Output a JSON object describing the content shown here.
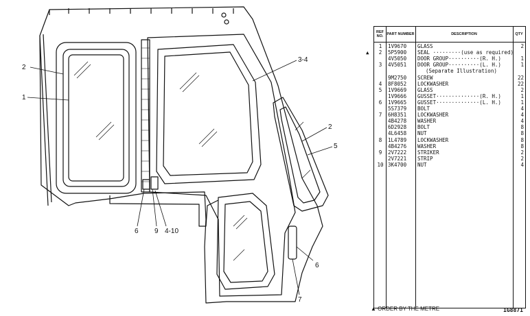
{
  "drawing": {
    "callouts": [
      "2",
      "1",
      "3-4",
      "2",
      "5",
      "6",
      "9",
      "4-10",
      "6",
      "7"
    ]
  },
  "table": {
    "headers": {
      "ref": "REF NO.",
      "part": "PART NUMBER",
      "desc": "DESCRIPTION",
      "qty": "QTY"
    },
    "rows": [
      {
        "ref": "1",
        "part": "1V9670",
        "desc": "GLASS",
        "qty": "2"
      },
      {
        "ref": "2",
        "part": "5P5900",
        "desc": "SEAL ·········(use as required)",
        "qty": "",
        "mark": "▲"
      },
      {
        "ref": "",
        "part": "4V5050",
        "desc": "DOOR GROUP··········(R. H.)",
        "qty": "1"
      },
      {
        "ref": "3",
        "part": "4V5051",
        "desc": "DOOR GROUP··········(L. H.)",
        "qty": "1"
      },
      {
        "ref": "",
        "part": "",
        "desc": "",
        "qty": "",
        "note": "(Separate Illustration)"
      },
      {
        "ref": "",
        "part": "9M2750",
        "desc": "SCREW",
        "qty": "22"
      },
      {
        "ref": "4",
        "part": "8F8052",
        "desc": "LOCKWASHER",
        "qty": "22"
      },
      {
        "ref": "5",
        "part": "1V9669",
        "desc": "GLASS",
        "qty": "2"
      },
      {
        "ref": "",
        "part": "1V9666",
        "desc": "GUSSET··············(R. H.)",
        "qty": "1"
      },
      {
        "ref": "6",
        "part": "1V9665",
        "desc": "GUSSET··············(L. H.)",
        "qty": "1"
      },
      {
        "ref": "",
        "part": "5S7379",
        "desc": "BOLT",
        "qty": "4"
      },
      {
        "ref": "7",
        "part": "6H8351",
        "desc": "LOCKWASHER",
        "qty": "4"
      },
      {
        "ref": "",
        "part": "4B4278",
        "desc": "WASHER",
        "qty": "4"
      },
      {
        "ref": "",
        "part": "6D2928",
        "desc": "BOLT",
        "qty": "8"
      },
      {
        "ref": "",
        "part": "4L6458",
        "desc": "NUT",
        "qty": "8"
      },
      {
        "ref": "8",
        "part": "1L4789",
        "desc": "LOCKWASHER",
        "qty": "8"
      },
      {
        "ref": "",
        "part": "4B4276",
        "desc": "WASHER",
        "qty": "8"
      },
      {
        "ref": "9",
        "part": "2V7222",
        "desc": "STRIKER",
        "qty": "2"
      },
      {
        "ref": "",
        "part": "2V7221",
        "desc": "STRIP",
        "qty": "2"
      },
      {
        "ref": "10",
        "part": "3K4700",
        "desc": "NUT",
        "qty": "4"
      }
    ]
  },
  "footnote": "▲ ORDER BY THE METRE",
  "plate_number": "1G8871",
  "colors": {
    "ink": "#111111",
    "paper": "#ffffff"
  }
}
